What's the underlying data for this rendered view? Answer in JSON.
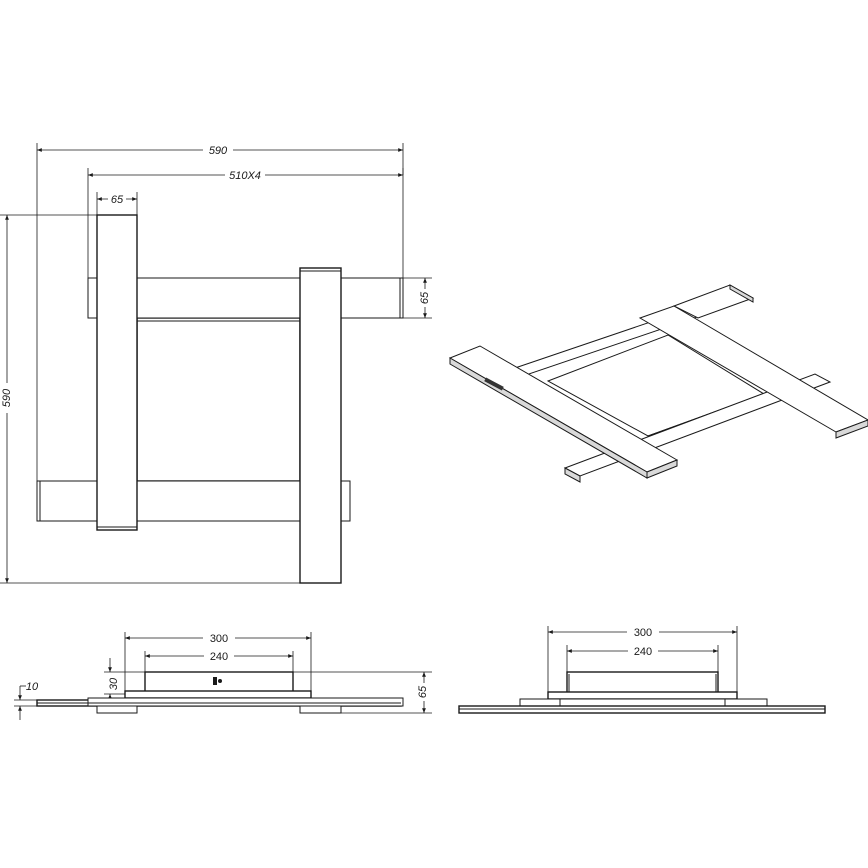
{
  "top_view": {
    "dims": {
      "overall_width": "590",
      "bar_length": "510X4",
      "bar_width_top": "65",
      "bar_width_right": "65",
      "overall_height": "590"
    }
  },
  "side_view_left": {
    "dims": {
      "canopy_width": "300",
      "canopy_inner": "240",
      "canopy_height": "30",
      "plate_thickness": "10",
      "total_height": "65"
    }
  },
  "side_view_right": {
    "dims": {
      "canopy_width": "300",
      "canopy_inner": "240"
    }
  }
}
